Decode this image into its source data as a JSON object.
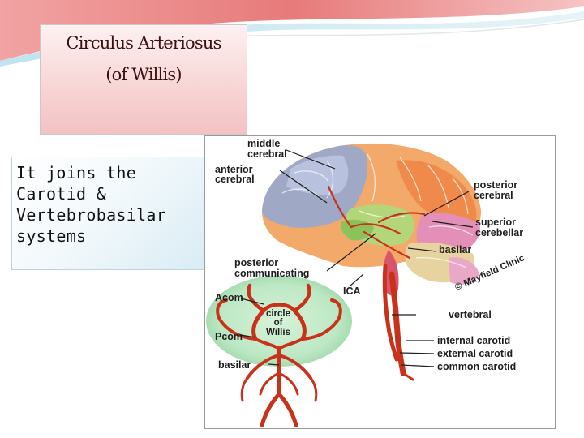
{
  "slide": {
    "title_line1": "Circulus Arteriosus",
    "title_line2": "(of Willis)",
    "body_text": "It  joins the\nCarotid &\nVertebrobasilar\nsystems"
  },
  "diagram": {
    "labels": {
      "middle_cerebral_1": "middle",
      "middle_cerebral_2": "cerebral",
      "anterior_cerebral_1": "anterior",
      "anterior_cerebral_2": "cerebral",
      "posterior_cerebral_1": "posterior",
      "posterior_cerebral_2": "cerebral",
      "superior_cerebellar_1": "superior",
      "superior_cerebellar_2": "cerebellar",
      "basilar_upper": "basilar",
      "posterior_communicating_1": "posterior",
      "posterior_communicating_2": "communicating",
      "ica": "ICA",
      "acom": "Acom",
      "pcom": "Pcom",
      "basilar_lower": "basilar",
      "circle_1": "circle",
      "circle_2": "of",
      "circle_3": "Willis",
      "vertebral": "vertebral",
      "internal_carotid": "internal carotid",
      "external_carotid": "external carotid",
      "common_carotid": "common carotid",
      "copyright": "© Mayfield Clinic"
    }
  }
}
